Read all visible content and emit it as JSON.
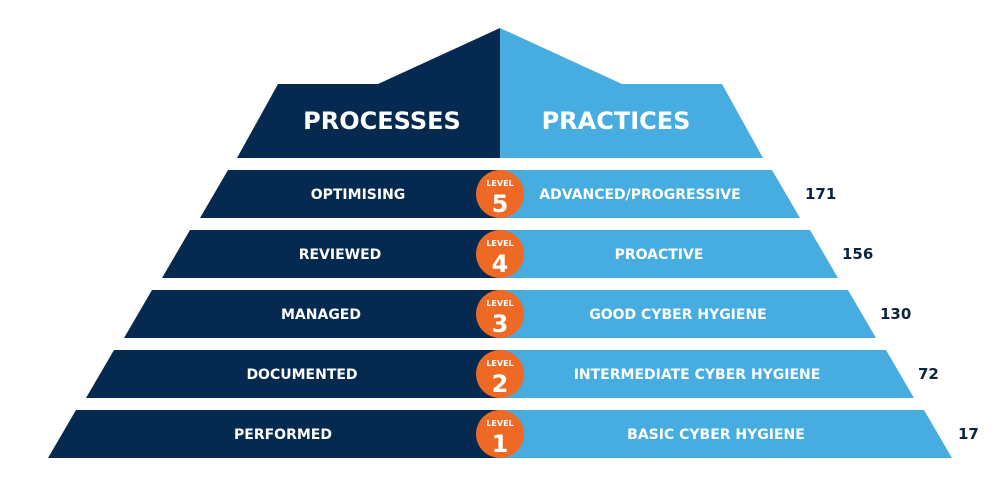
{
  "colors": {
    "dark": "#062a4f",
    "light": "#47ade0",
    "badge": "#ee6a24",
    "count_text": "#0c2440"
  },
  "header": {
    "left_title": "PROCESSES",
    "right_title": "PRACTICES"
  },
  "levels": [
    {
      "badge_label": "LEVEL",
      "number": "5",
      "process": "OPTIMISING",
      "practice": "ADVANCED/PROGRESSIVE",
      "count": "171"
    },
    {
      "badge_label": "LEVEL",
      "number": "4",
      "process": "REVIEWED",
      "practice": "PROACTIVE",
      "count": "156"
    },
    {
      "badge_label": "LEVEL",
      "number": "3",
      "process": "MANAGED",
      "practice": "GOOD CYBER HYGIENE",
      "count": "130"
    },
    {
      "badge_label": "LEVEL",
      "number": "2",
      "process": "DOCUMENTED",
      "practice": "INTERMEDIATE CYBER HYGIENE",
      "count": "72"
    },
    {
      "badge_label": "LEVEL",
      "number": "1",
      "process": "PERFORMED",
      "practice": "BASIC CYBER HYGIENE",
      "count": "17"
    }
  ]
}
